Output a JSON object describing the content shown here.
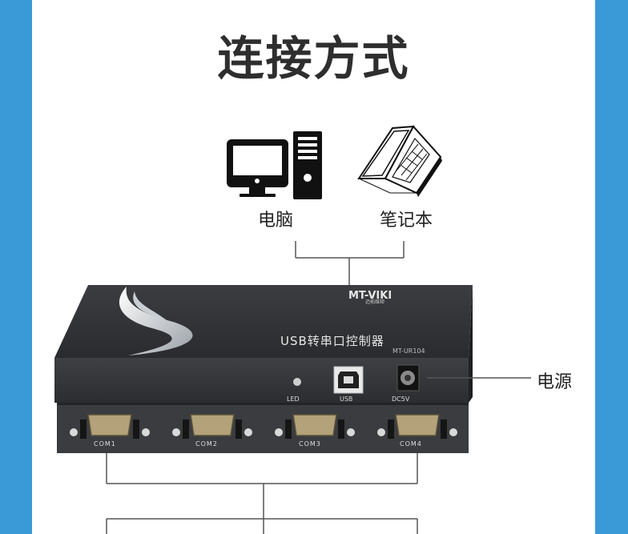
{
  "title": "连接方式",
  "devices": {
    "desktop_label": "电脑",
    "laptop_label": "笔记本",
    "power_label": "电源"
  },
  "box": {
    "brand": "MT-VIKI",
    "brand_sub": "迈拓维矩",
    "product_name": "USB转串口控制器",
    "model": "MT-UR104",
    "led_label": "LED",
    "usb_label": "USB",
    "power_port_label": "DC5V",
    "com_ports": [
      "COM1",
      "COM2",
      "COM3",
      "COM4"
    ]
  }
}
